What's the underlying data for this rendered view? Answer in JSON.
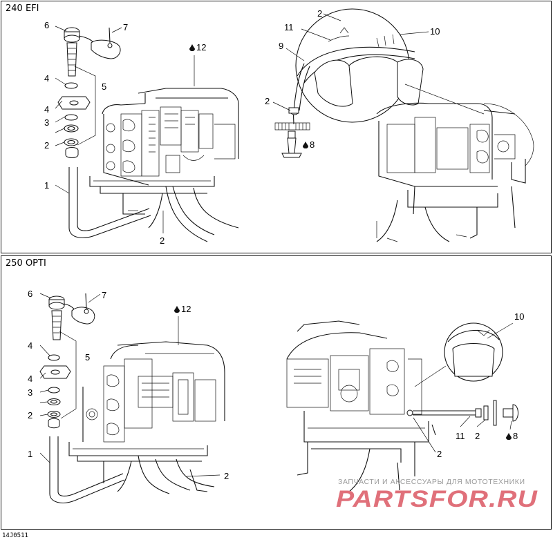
{
  "panels": [
    {
      "title": "240 EFI",
      "callouts": [
        {
          "id": "p1-c6",
          "text": "6"
        },
        {
          "id": "p1-c7",
          "text": "7"
        },
        {
          "id": "p1-c12",
          "text": "12",
          "drop": true
        },
        {
          "id": "p1-c4a",
          "text": "4"
        },
        {
          "id": "p1-c5",
          "text": "5"
        },
        {
          "id": "p1-c4b",
          "text": "4"
        },
        {
          "id": "p1-c3",
          "text": "3"
        },
        {
          "id": "p1-c2a",
          "text": "2"
        },
        {
          "id": "p1-c1",
          "text": "1"
        },
        {
          "id": "p1-c2b",
          "text": "2"
        },
        {
          "id": "p1-c2c",
          "text": "2"
        },
        {
          "id": "p1-c11",
          "text": "11"
        },
        {
          "id": "p1-c9",
          "text": "9"
        },
        {
          "id": "p1-c10",
          "text": "10"
        },
        {
          "id": "p1-c2d",
          "text": "2"
        },
        {
          "id": "p1-c8",
          "text": "8",
          "drop": true
        }
      ]
    },
    {
      "title": "250 OPTI",
      "callouts": [
        {
          "id": "p2-c6",
          "text": "6"
        },
        {
          "id": "p2-c7",
          "text": "7"
        },
        {
          "id": "p2-c12",
          "text": "12",
          "drop": true
        },
        {
          "id": "p2-c4a",
          "text": "4"
        },
        {
          "id": "p2-c5",
          "text": "5"
        },
        {
          "id": "p2-c4b",
          "text": "4"
        },
        {
          "id": "p2-c3",
          "text": "3"
        },
        {
          "id": "p2-c2a",
          "text": "2"
        },
        {
          "id": "p2-c1",
          "text": "1"
        },
        {
          "id": "p2-c2b",
          "text": "2"
        },
        {
          "id": "p2-c10",
          "text": "10"
        },
        {
          "id": "p2-c11",
          "text": "11"
        },
        {
          "id": "p2-c2c",
          "text": "2"
        },
        {
          "id": "p2-c8",
          "text": "8",
          "drop": true
        },
        {
          "id": "p2-c2d",
          "text": "2"
        }
      ]
    }
  ],
  "footer_code": "14J0511",
  "watermark": {
    "tagline": "ЗАПЧАСТИ И АКСЕССУАРЫ ДЛЯ МОТОТЕХНИКИ",
    "logo": "PARTSFOR.RU",
    "logo_color": "#e0707a"
  },
  "colors": {
    "line": "#111111",
    "background": "#ffffff",
    "watermark_gray": "#9a9a9a"
  }
}
